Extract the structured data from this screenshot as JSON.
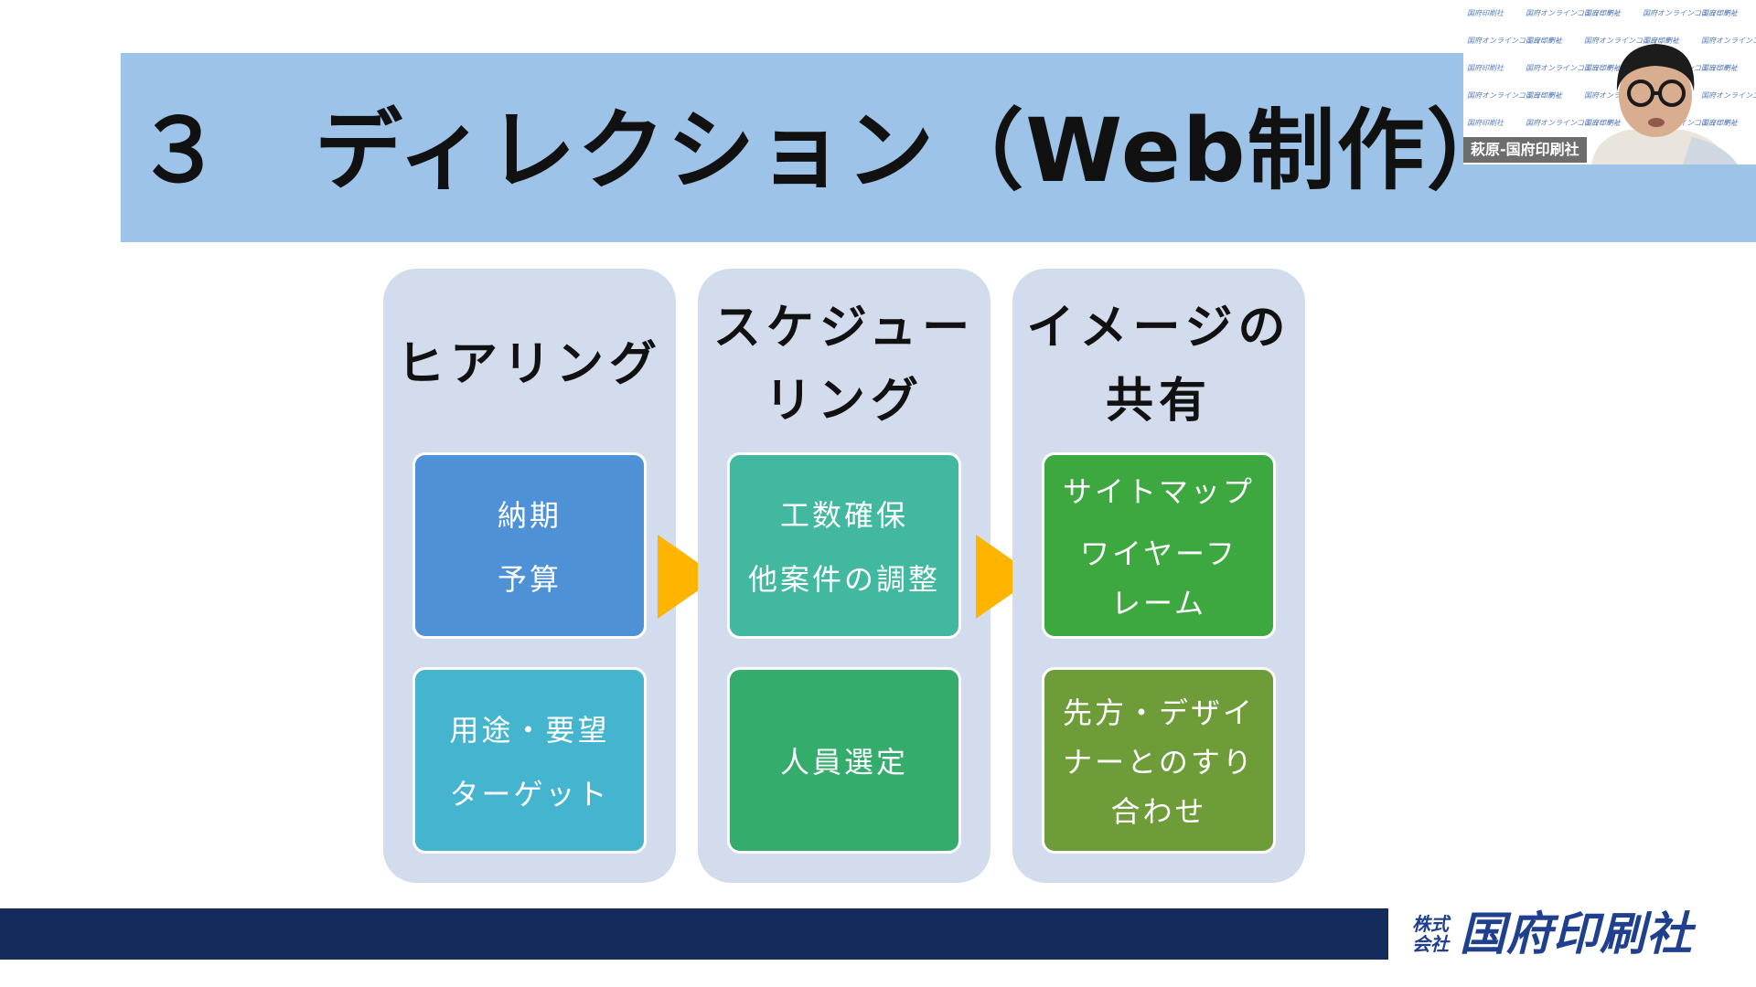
{
  "slide": {
    "title": "３　ディレクション（Web制作）"
  },
  "webcam": {
    "participant_name": "萩原-国府印刷社",
    "background_pattern_text": [
      "国府印刷社",
      "国府オンラインコミュニティ"
    ]
  },
  "columns": [
    {
      "title_lines": [
        "ヒアリング"
      ],
      "cards": [
        {
          "lines": [
            "納期",
            "予算"
          ],
          "color": "#4f91d6"
        },
        {
          "lines": [
            "用途・要望",
            "ターゲット"
          ],
          "color": "#44b4cf"
        }
      ]
    },
    {
      "title_lines": [
        "スケジュー",
        "リング"
      ],
      "cards": [
        {
          "lines": [
            "工数確保",
            "他案件の調整"
          ],
          "color": "#41b89f"
        },
        {
          "lines": [
            "人員選定"
          ],
          "color": "#34ad6c"
        }
      ]
    },
    {
      "title_lines": [
        "イメージの",
        "共有"
      ],
      "cards": [
        {
          "lines": [
            "サイトマップ",
            "ワイヤーフ",
            "レーム"
          ],
          "color": "#3ca83f"
        },
        {
          "lines": [
            "先方・デザイ",
            "ナーとのすり",
            "合わせ"
          ],
          "color": "#6d9c38"
        }
      ]
    }
  ],
  "colors": {
    "banner": "#9dc3e8",
    "column_bg": "#d3dcec",
    "arrow": "#ffb400",
    "footer_bar": "#142b5c",
    "logo": "#1f3f8f"
  },
  "footer": {
    "logo_small_line1": "株式",
    "logo_small_line2": "会社",
    "logo_name": "国府印刷社"
  }
}
